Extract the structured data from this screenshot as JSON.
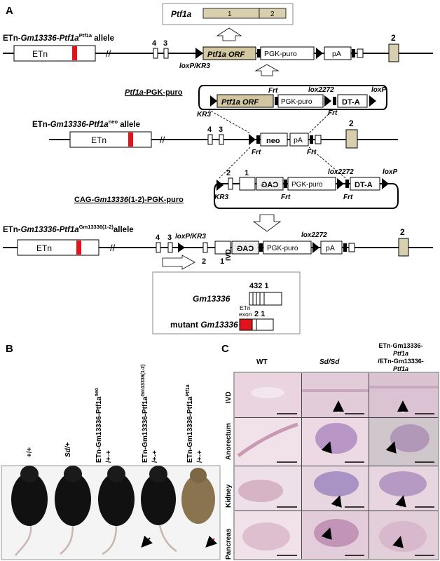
{
  "panels": {
    "a": "A",
    "b": "B",
    "c": "C"
  },
  "colors": {
    "etn_red": "#e0141a",
    "exon_tan": "#d8cfae",
    "orf_tan": "#d2c7a0",
    "arrow_white": "#ffffff"
  },
  "ptf1a_box": {
    "gene": "Ptf1a",
    "exon1": "1",
    "exon2": "2"
  },
  "allele1": {
    "prefix": "ETn-",
    "gene": "Gm13336",
    "dash": "-",
    "gene2": "Ptf1a",
    "sup": "Ptf1a",
    "suffix": " allele",
    "etn": "ETn",
    "ex4": "4",
    "ex3": "3",
    "orf": "Ptf1a ORF",
    "pgk": "PGK-puro",
    "pa": "pA",
    "ex2": "2",
    "loxkr3": "loxP/KR3"
  },
  "vector1": {
    "name_gene": "Ptf1a",
    "name_rest": "-PGK-puro",
    "orf": "Ptf1a ORF",
    "pgk": "PGK-puro",
    "dta": "DT-A",
    "frt_a": "Frt",
    "frt_b": "Frt",
    "lox2272": "lox2272",
    "loxp": "loxP",
    "kr3": "KR3"
  },
  "allele2": {
    "prefix": "ETn-",
    "gene": "Gm13336",
    "dash": "-",
    "gene2": "Ptf1a",
    "sup": "neo",
    "suffix": " allele",
    "etn": "ETn",
    "ex4": "4",
    "ex3": "3",
    "neo": "neo",
    "pa": "pA",
    "frt_a": "Frt",
    "frt_b": "Frt",
    "ex2": "2"
  },
  "vector2": {
    "name_prefix": "CAG-",
    "name_gene": "Gm13336",
    "name_rest": "(1-2)-PGK-puro",
    "ex2": "2",
    "ex1": "1",
    "cag": "CAG",
    "pgk": "PGK-puro",
    "dta": "DT-A",
    "frt_a": "Frt",
    "frt_b": "Frt",
    "lox2272": "lox2272",
    "loxp": "loxP",
    "kr3": "KR3"
  },
  "allele3": {
    "prefix": "ETn-",
    "gene": "Gm13336",
    "dash": "-",
    "gene2": "Ptf1a",
    "sup": "Gm13336(1-2)",
    "suffix": "allele",
    "etn": "ETn",
    "ex4": "4",
    "ex3": "3",
    "loxkr3": "loxP/KR3",
    "ex2": "2",
    "ex1": "1",
    "cag": "CAG",
    "pgk": "PGK-puro",
    "pa": "pA",
    "lox2272": "lox2272",
    "ex2_end": "2"
  },
  "transcripts": {
    "gm": "Gm13336",
    "gm_nums": "432 1",
    "etn_exon": "ETn",
    "etn_exon2": "exon",
    "mut_nums": "2  1",
    "mutant_prefix": "mutant ",
    "mutant_gene": "Gm13336"
  },
  "panel_b": {
    "genotypes": [
      {
        "line1": "+/+",
        "line2": "",
        "line3": ""
      },
      {
        "line1": "Sd/+",
        "line2": "",
        "line3": ""
      },
      {
        "line1": "ETn-Gm13336-Ptf1a",
        "sup": "neo",
        "line3": "/+-+"
      },
      {
        "line1": "ETn-Gm13336-Ptf1a",
        "sup": "Gm13336(1-2)",
        "line3": "/+-+"
      },
      {
        "line1": "ETn-Gm13336-Ptf1a",
        "sup": "Ptf1a",
        "line3": "/+-+"
      }
    ]
  },
  "panel_c": {
    "columns": [
      "WT",
      "Sd/Sd",
      "ETn-Gm13336-"
    ],
    "col3_lines": [
      "ETn-Gm13336-",
      "Ptf1a",
      "/ETn-Gm13336-",
      "Ptf1a"
    ],
    "col3_sup": "Ptf1a",
    "rows": [
      "IVD",
      "Anorectum",
      "Kidney",
      "Pancreas"
    ]
  }
}
